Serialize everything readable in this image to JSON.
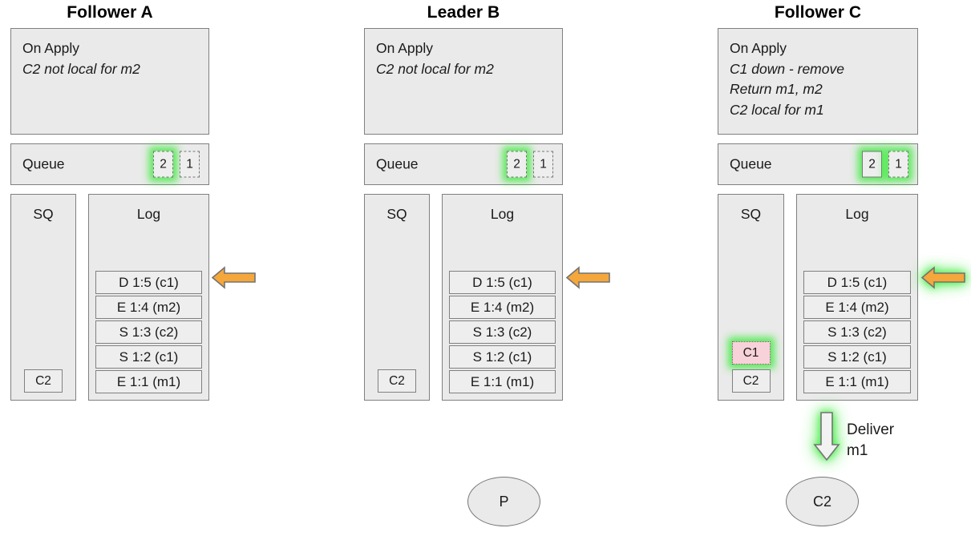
{
  "diagram": {
    "title_hidden": "",
    "colors": {
      "panel_fill": "#eaeaea",
      "panel_border": "#808080",
      "cell_fill": "#eeeeee",
      "highlight_green": "#3ceb3c",
      "arrow_orange": "#f5a73c",
      "pink_highlight": "#f7d2d8"
    }
  },
  "columns": [
    {
      "id": "follower-a",
      "title": "Follower A",
      "on_apply": {
        "heading": "On Apply",
        "lines": [
          "C2 not local for m2"
        ]
      },
      "queue": {
        "label": "Queue",
        "slots": [
          {
            "value": "2",
            "style": "dashed",
            "highlight": true
          },
          {
            "value": "1",
            "style": "dashed",
            "highlight": false
          }
        ]
      },
      "sq": {
        "label": "SQ",
        "entries": [
          {
            "value": "C2",
            "highlight": false
          }
        ]
      },
      "log": {
        "label": "Log",
        "entries": [
          "D 1:5 (c1)",
          "E 1:4 (m2)",
          "S 1:3 (c2)",
          "S 1:2 (c1)",
          "E 1:1 (m1)"
        ]
      },
      "arrow": {
        "direction": "left",
        "color": "orange",
        "highlight": false
      }
    },
    {
      "id": "leader-b",
      "title": "Leader B",
      "on_apply": {
        "heading": "On Apply",
        "lines": [
          "C2 not local for m2"
        ]
      },
      "queue": {
        "label": "Queue",
        "slots": [
          {
            "value": "2",
            "style": "dashed",
            "highlight": true
          },
          {
            "value": "1",
            "style": "dashed",
            "highlight": false
          }
        ]
      },
      "sq": {
        "label": "SQ",
        "entries": [
          {
            "value": "C2",
            "highlight": false
          }
        ]
      },
      "log": {
        "label": "Log",
        "entries": [
          "D 1:5 (c1)",
          "E 1:4 (m2)",
          "S 1:3 (c2)",
          "S 1:2 (c1)",
          "E 1:1 (m1)"
        ]
      },
      "arrow": {
        "direction": "left",
        "color": "orange",
        "highlight": false
      }
    },
    {
      "id": "follower-c",
      "title": "Follower C",
      "on_apply": {
        "heading": "On Apply",
        "lines": [
          "C1 down - remove",
          "Return m1, m2",
          "C2 local for m1"
        ]
      },
      "queue": {
        "label": "Queue",
        "slots": [
          {
            "value": "2",
            "style": "solid",
            "highlight": true
          },
          {
            "value": "1",
            "style": "dashed",
            "highlight": true
          }
        ]
      },
      "sq": {
        "label": "SQ",
        "entries": [
          {
            "value": "C1",
            "highlight": true
          },
          {
            "value": "C2",
            "highlight": false
          }
        ]
      },
      "log": {
        "label": "Log",
        "entries": [
          "D 1:5 (c1)",
          "E 1:4 (m2)",
          "S 1:3 (c2)",
          "S 1:2 (c1)",
          "E 1:1 (m1)"
        ]
      },
      "arrow": {
        "direction": "left",
        "color": "orange",
        "highlight": true
      }
    }
  ],
  "deliver": {
    "label": "Deliver\nm1",
    "arrow_direction": "down",
    "highlight": true
  },
  "clients": [
    {
      "id": "p",
      "label": "P"
    },
    {
      "id": "c2",
      "label": "C2"
    }
  ]
}
